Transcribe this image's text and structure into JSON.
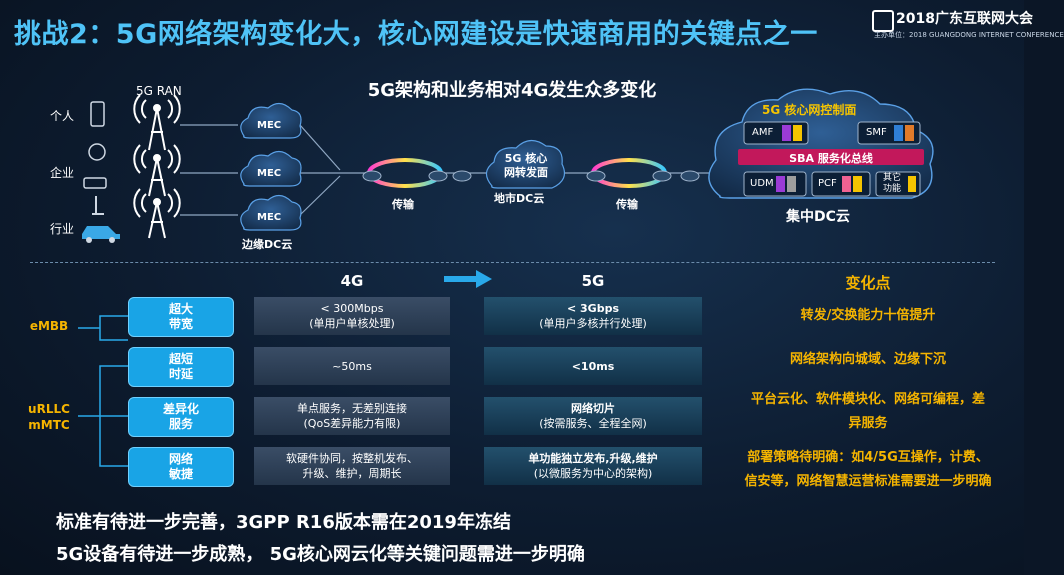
{
  "title": "挑战2：5G网络架构变化大，核心网建设是快速商用的关键点之一",
  "logo": {
    "name": "2018广东互联网大会",
    "subtitle": "主办单位：2018 GUANGDONG INTERNET CONFERENCE"
  },
  "diagram": {
    "subtitle": "5G架构和业务相对4G发生众多变化",
    "ran_label": "5G RAN",
    "users": [
      "个人",
      "企业",
      "行业"
    ],
    "mec_label": "MEC",
    "edge_cloud": "边缘DC云",
    "transport": "传输",
    "metro_core": "5G 核心\n网转发面",
    "metro_cloud": "地市DC云",
    "core": {
      "title": "5G 核心网控制面",
      "amf": "AMF",
      "smf": "SMF",
      "sba": "SBA 服务化总线",
      "udm": "UDM",
      "pcf": "PCF",
      "other": "其它\n功能",
      "central_cloud": "集中DC云"
    }
  },
  "table": {
    "header_4g": "4G",
    "header_5g": "5G",
    "header_change": "变化点",
    "side_embb": "eMBB",
    "side_urllc": "uRLLC\nmMTC",
    "rows": [
      {
        "category": "超大\n带宽",
        "g4": "< 300Mbps\n(单用户单核处理)",
        "g5_main": "< 3Gbps",
        "g5_sub": "(单用户多核并行处理)"
      },
      {
        "category": "超短\n时延",
        "g4": "~50ms",
        "g5_main": "<10ms",
        "g5_sub": ""
      },
      {
        "category": "差异化\n服务",
        "g4": "单点服务，无差别连接\n(QoS差异能力有限)",
        "g5_main": "网络切片",
        "g5_sub": "(按需服务、全程全网)"
      },
      {
        "category": "网络\n敏捷",
        "g4": "软硬件协同，按整机发布、\n升级、维护，周期长",
        "g5_main": "单功能独立发布,升级,维护",
        "g5_sub": "(以微服务为中心的架构)"
      }
    ],
    "changes": [
      "转发/交换能力十倍提升",
      "网络架构向城域、边缘下沉",
      "平台云化、软件模块化、网络可编程，差\n异服务",
      "部署策略待明确：如4/5G互操作，计费、\n信安等，网络智慧运营标准需要进一步明确"
    ]
  },
  "conclusions": [
    "标准有待进一步完善，3GPP R16版本需在2019年冻结",
    "5G设备有待进一步成熟， 5G核心网云化等关键问题需进一步明确"
  ]
}
